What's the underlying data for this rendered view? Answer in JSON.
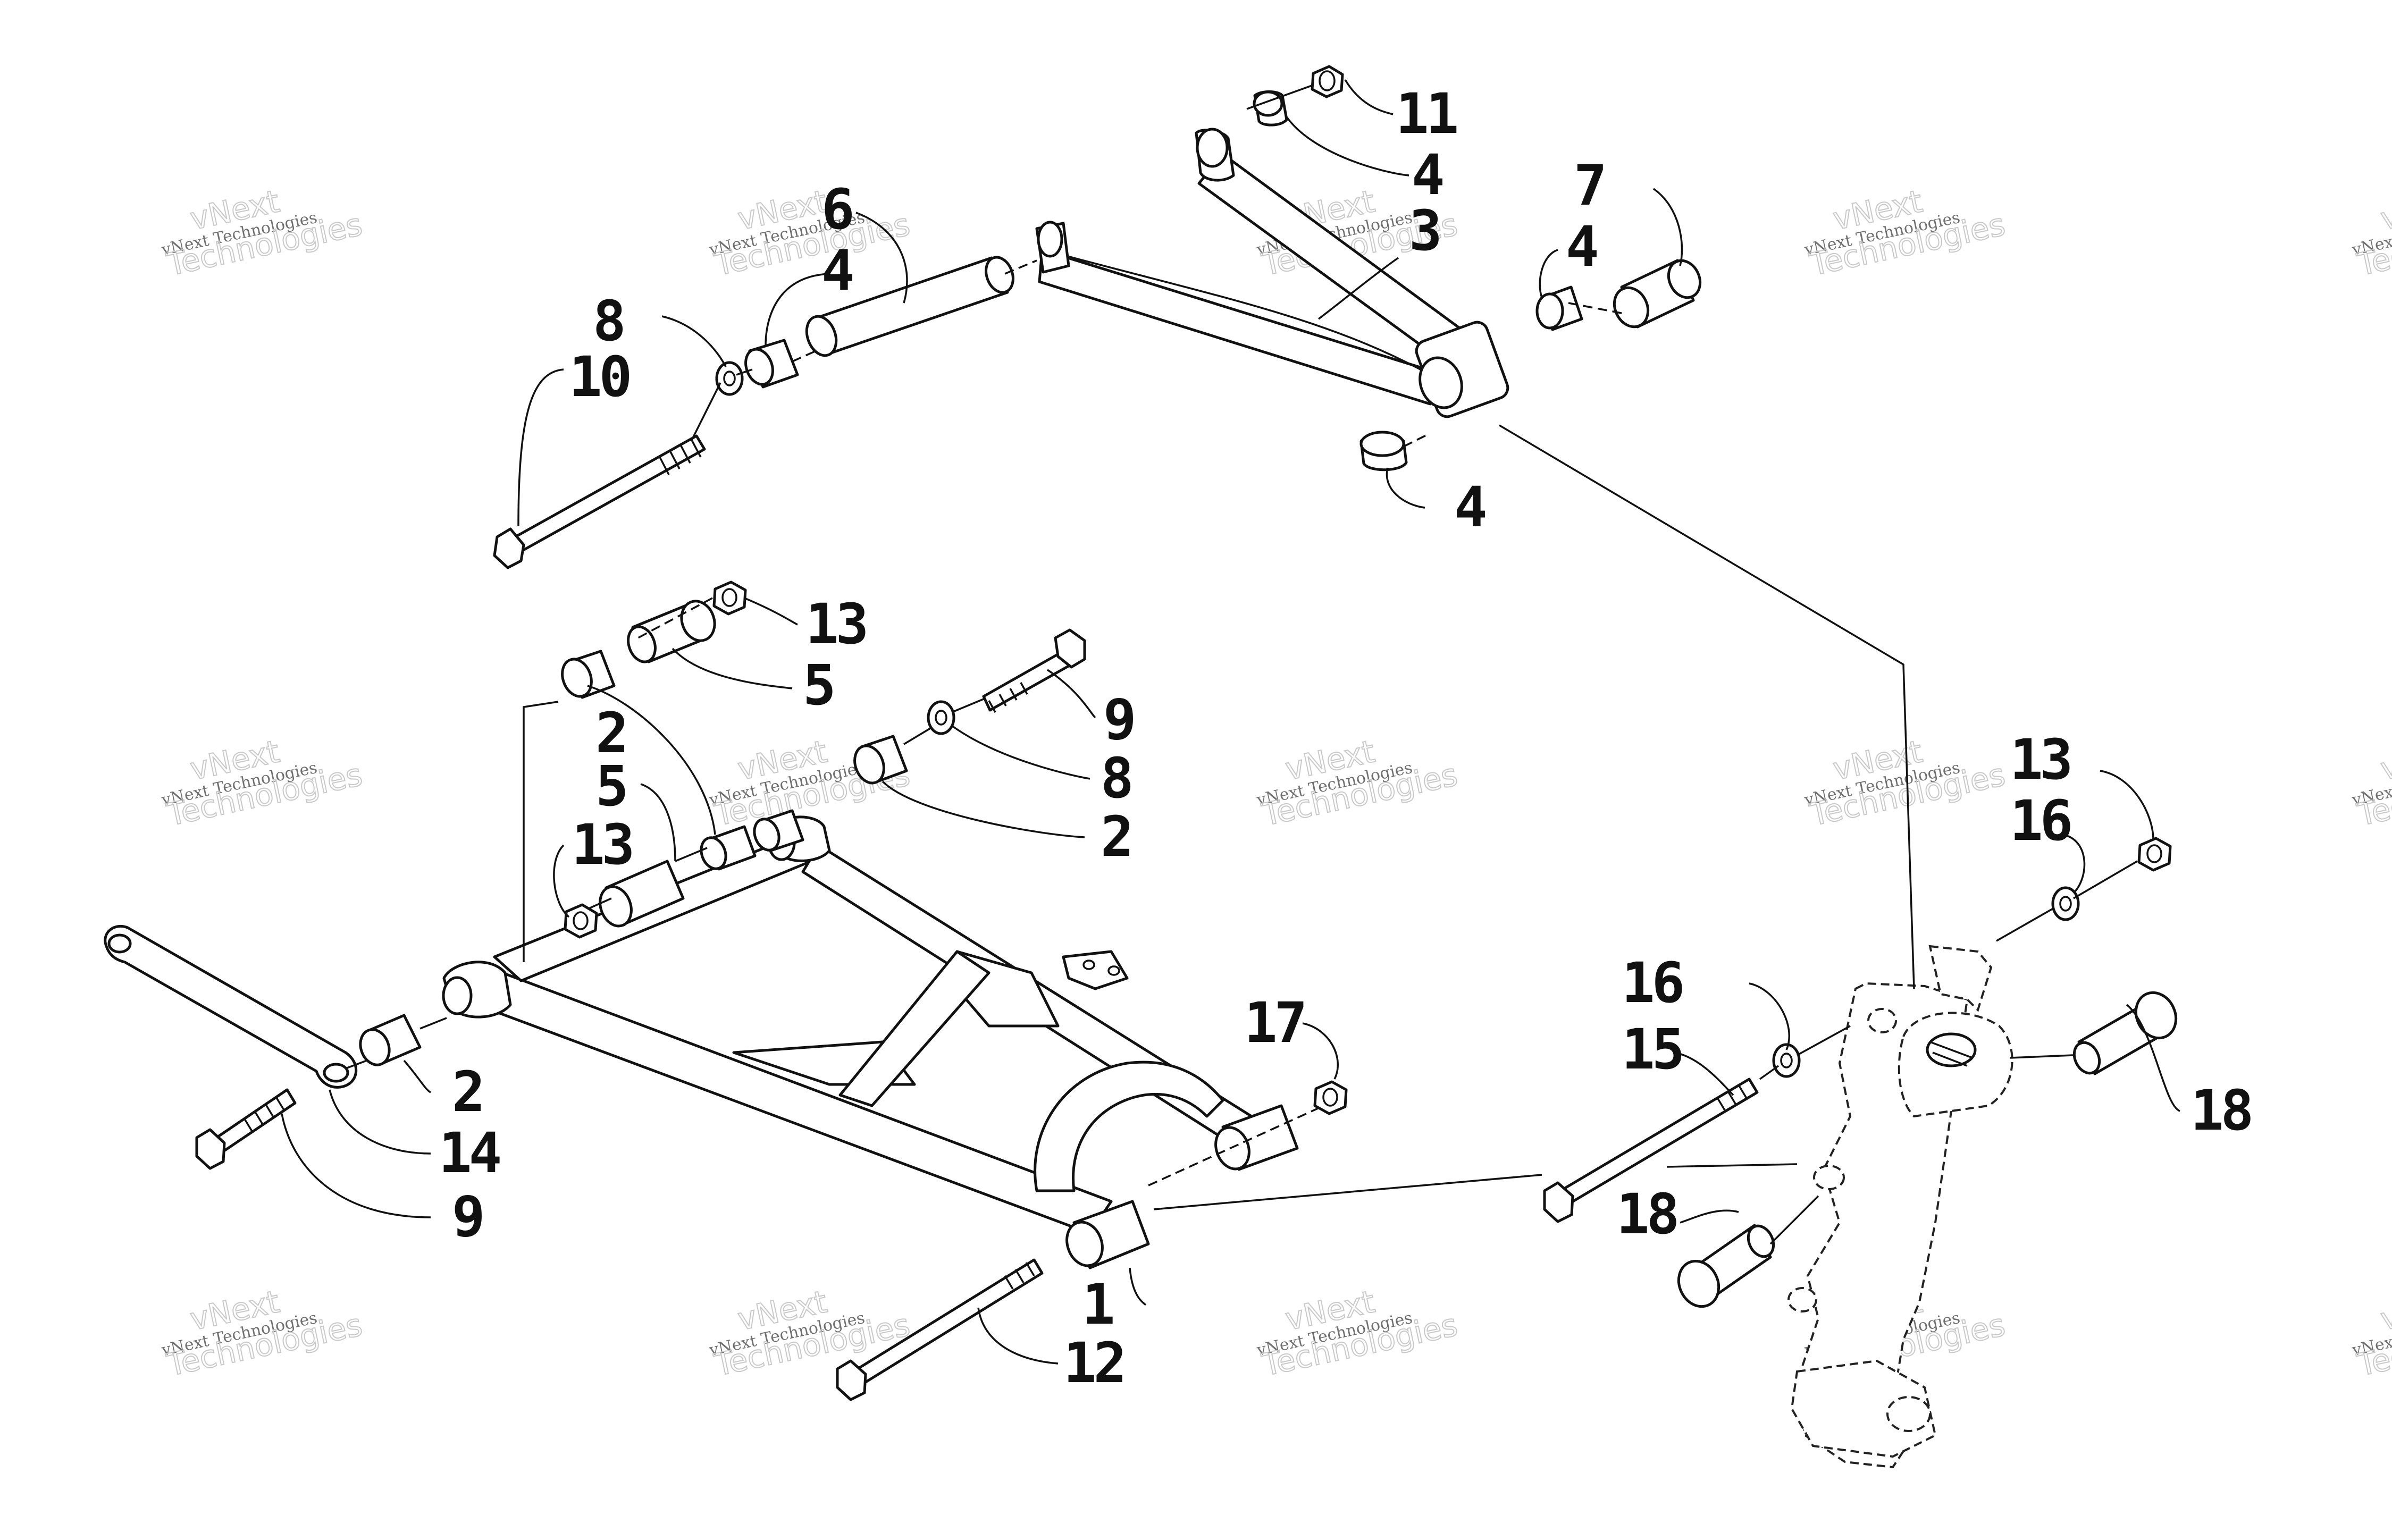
{
  "callouts": [
    {
      "id": "c11",
      "label": "11"
    },
    {
      "id": "c4a",
      "label": "4"
    },
    {
      "id": "c7",
      "label": "7"
    },
    {
      "id": "c4b",
      "label": "4"
    },
    {
      "id": "c6",
      "label": "6"
    },
    {
      "id": "c4c",
      "label": "4"
    },
    {
      "id": "c3",
      "label": "3"
    },
    {
      "id": "c8a",
      "label": "8"
    },
    {
      "id": "c10",
      "label": "10"
    },
    {
      "id": "c4d",
      "label": "4"
    },
    {
      "id": "c13a",
      "label": "13"
    },
    {
      "id": "c5a",
      "label": "5"
    },
    {
      "id": "c9a",
      "label": "9"
    },
    {
      "id": "c2a",
      "label": "2"
    },
    {
      "id": "c8b",
      "label": "8"
    },
    {
      "id": "c5b",
      "label": "5"
    },
    {
      "id": "c2b",
      "label": "2"
    },
    {
      "id": "c13b",
      "label": "13"
    },
    {
      "id": "c13c",
      "label": "13"
    },
    {
      "id": "c16a",
      "label": "16"
    },
    {
      "id": "c16b",
      "label": "16"
    },
    {
      "id": "c17",
      "label": "17"
    },
    {
      "id": "c15",
      "label": "15"
    },
    {
      "id": "c18a",
      "label": "18"
    },
    {
      "id": "c2c",
      "label": "2"
    },
    {
      "id": "c14",
      "label": "14"
    },
    {
      "id": "c9b",
      "label": "9"
    },
    {
      "id": "c18b",
      "label": "18"
    },
    {
      "id": "c1",
      "label": "1"
    },
    {
      "id": "c12",
      "label": "12"
    }
  ],
  "watermark": {
    "line1": "vNext Technologies",
    "line2": "Technologies",
    "line3": "vNext"
  }
}
